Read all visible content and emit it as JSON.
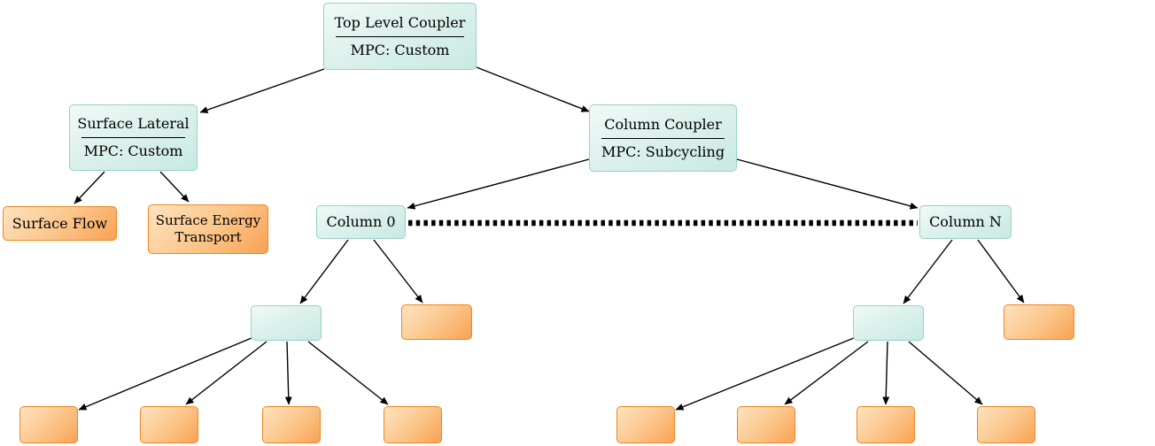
{
  "diagram": {
    "nodes": {
      "top_level_coupler": {
        "title": "Top Level Coupler",
        "mpc": "MPC: Custom"
      },
      "surface_lateral": {
        "title": "Surface Lateral",
        "mpc": "MPC: Custom"
      },
      "column_coupler": {
        "title": "Column Coupler",
        "mpc": "MPC: Subcycling"
      },
      "surface_flow": {
        "label": "Surface Flow"
      },
      "surface_energy_transport": {
        "label": "Surface Energy Transport"
      },
      "column_0": {
        "label": "Column 0"
      },
      "column_n": {
        "label": "Column N"
      }
    },
    "edges": [
      {
        "from": "top_level_coupler",
        "to": "surface_lateral",
        "style": "arrow"
      },
      {
        "from": "top_level_coupler",
        "to": "column_coupler",
        "style": "arrow"
      },
      {
        "from": "surface_lateral",
        "to": "surface_flow",
        "style": "arrow"
      },
      {
        "from": "surface_lateral",
        "to": "surface_energy_transport",
        "style": "arrow"
      },
      {
        "from": "column_coupler",
        "to": "column_0",
        "style": "arrow"
      },
      {
        "from": "column_coupler",
        "to": "column_n",
        "style": "arrow"
      },
      {
        "from": "column_0",
        "to": "column_0_subcoupler",
        "style": "arrow"
      },
      {
        "from": "column_0",
        "to": "column_0_component",
        "style": "arrow"
      },
      {
        "from": "column_0_subcoupler",
        "to": "column_0_leaf_1",
        "style": "arrow"
      },
      {
        "from": "column_0_subcoupler",
        "to": "column_0_leaf_2",
        "style": "arrow"
      },
      {
        "from": "column_0_subcoupler",
        "to": "column_0_leaf_3",
        "style": "arrow"
      },
      {
        "from": "column_0_subcoupler",
        "to": "column_0_leaf_4",
        "style": "arrow"
      },
      {
        "from": "column_n",
        "to": "column_n_subcoupler",
        "style": "arrow"
      },
      {
        "from": "column_n",
        "to": "column_n_component",
        "style": "arrow"
      },
      {
        "from": "column_n_subcoupler",
        "to": "column_n_leaf_1",
        "style": "arrow"
      },
      {
        "from": "column_n_subcoupler",
        "to": "column_n_leaf_2",
        "style": "arrow"
      },
      {
        "from": "column_n_subcoupler",
        "to": "column_n_leaf_3",
        "style": "arrow"
      },
      {
        "from": "column_n_subcoupler",
        "to": "column_n_leaf_4",
        "style": "arrow"
      },
      {
        "from": "column_0",
        "to": "column_n",
        "style": "thick-dotted"
      }
    ],
    "colors": {
      "coupler_border": "#95d1c8",
      "coupler_fill_top": "#f0faf7",
      "coupler_fill_bottom": "#c9e9e3",
      "component_border": "#f0861f",
      "component_fill_top": "#fde3c0",
      "component_fill_bottom": "#f8a254",
      "edge": "#000000"
    }
  }
}
